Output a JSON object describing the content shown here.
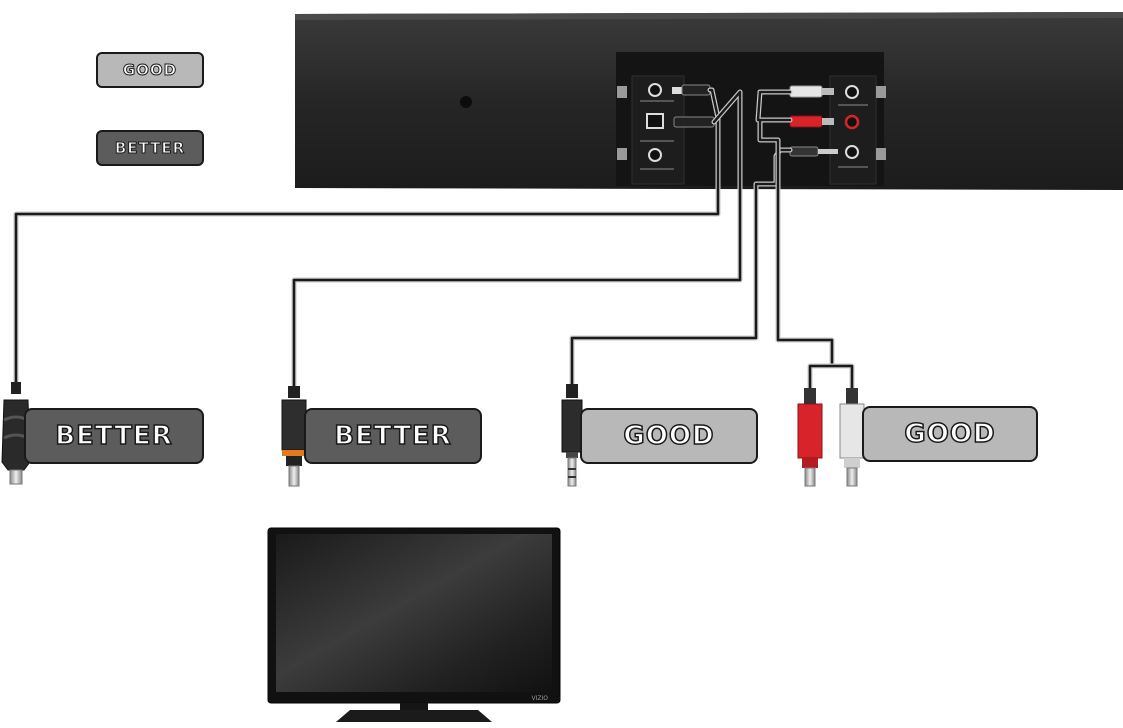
{
  "legend": {
    "good_label": "GOOD",
    "better_label": "BETTER"
  },
  "connections": [
    {
      "cable": "digital-coaxial",
      "rating": "BETTER"
    },
    {
      "cable": "optical",
      "rating": "BETTER"
    },
    {
      "cable": "3.5mm-aux",
      "rating": "GOOD"
    },
    {
      "cable": "rca-stereo",
      "rating": "GOOD"
    }
  ],
  "tv_brand": "VIZIO",
  "colors": {
    "good": "#b8b8b8",
    "better": "#5c5c5c",
    "soundbar": "#2b2b2b",
    "rca_red": "#d8232a",
    "rca_white": "#e6e6e6"
  }
}
